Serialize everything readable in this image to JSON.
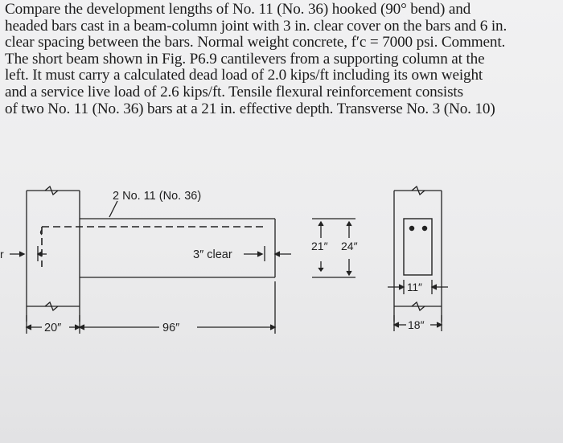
{
  "problem": {
    "lines": [
      "Compare the development lengths of No. 11 (No. 36) hooked (90° bend) and",
      "headed bars cast in a beam-column joint with 3 in. clear cover on the bars and 6 in.",
      "clear spacing between the bars. Normal weight concrete, f′c = 7000 psi. Comment.",
      "The short beam shown in Fig. P6.9 cantilevers from a supporting column at the",
      "left. It must carry a calculated dead load of 2.0 kips/ft including its own weight",
      "and a service live load of 2.6 kips/ft. Tensile flexural reinforcement consists",
      "of two No. 11 (No. 36) bars at a 21 in. effective depth. Transverse No. 3 (No. 10)"
    ]
  },
  "figure": {
    "bar_label": "2 No. 11 (No. 36)",
    "cover_label": "3″ clear",
    "depth_effective": "21″",
    "depth_total": "24″",
    "column_width": "20″",
    "span_length": "96″",
    "section_inner_width": "11″",
    "section_width": "18″",
    "section_marker": "r"
  },
  "colors": {
    "ink": "#1f1f1f",
    "paper": "#ececed"
  }
}
